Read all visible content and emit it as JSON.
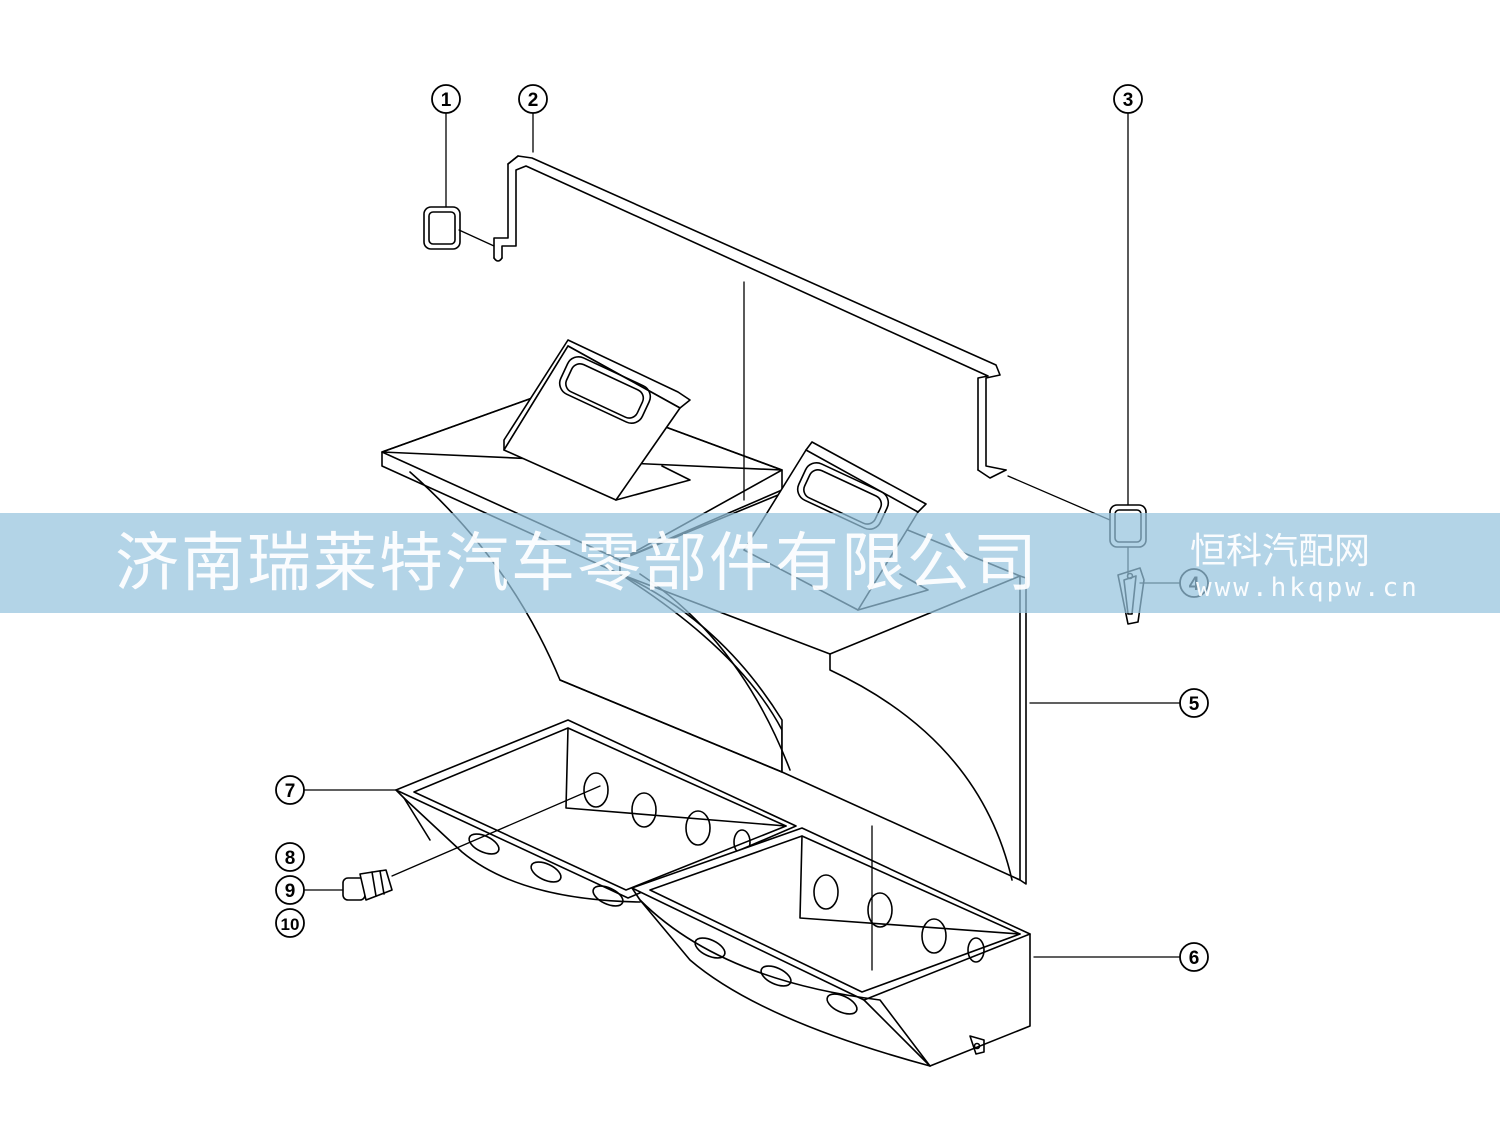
{
  "diagram": {
    "callouts": [
      "1",
      "2",
      "3",
      "4",
      "5",
      "6",
      "7",
      "8",
      "9",
      "10"
    ]
  },
  "watermark": {
    "company": "济南瑞莱特汽车零部件有限公司",
    "site_name": "恒科汽配网",
    "site_url": "www.hkqpw.cn"
  },
  "colors": {
    "line": "#000000",
    "band": "#96c3de",
    "watermark_text": "#ffffff"
  }
}
